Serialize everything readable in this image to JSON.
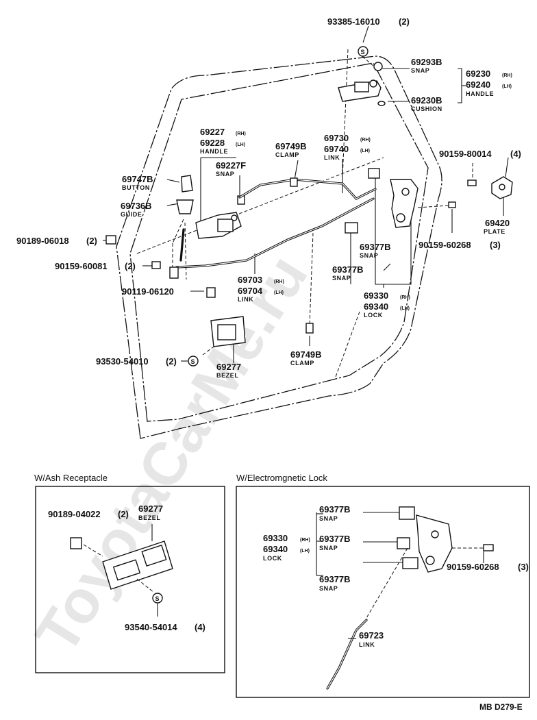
{
  "watermark": "ToyotaCarMe.ru",
  "figure_code": "MB D279-E",
  "main": {
    "p_93385": {
      "number": "93385-16010",
      "qty": "(2)"
    },
    "p_69293B": {
      "number": "69293B",
      "name": "SNAP"
    },
    "p_69230": {
      "number": "69230",
      "suffix": "(RH)"
    },
    "p_69240": {
      "number": "69240",
      "suffix": "(LH)",
      "name": "HANDLE"
    },
    "p_69230B": {
      "number": "69230B",
      "name": "CUSHION"
    },
    "p_69227": {
      "number": "69227",
      "suffix": "(RH)"
    },
    "p_69228": {
      "number": "69228",
      "suffix": "(LH)",
      "name": "HANDLE"
    },
    "p_69227F": {
      "number": "69227F",
      "name": "SNAP"
    },
    "p_69749B_top": {
      "number": "69749B",
      "name": "CLAMP"
    },
    "p_69730": {
      "number": "69730",
      "suffix": "(RH)"
    },
    "p_69740": {
      "number": "69740",
      "suffix": "(LH)",
      "name": "LINK"
    },
    "p_90159_80014": {
      "number": "90159-80014",
      "qty": "(4)"
    },
    "p_69747B": {
      "number": "69747B",
      "name": "BUTTON"
    },
    "p_69736B": {
      "number": "69736B",
      "name": "GUIDE"
    },
    "p_69420": {
      "number": "69420",
      "name": "PLATE"
    },
    "p_90159_60268": {
      "number": "90159-60268",
      "qty": "(3)"
    },
    "p_90189_06018": {
      "number": "90189-06018",
      "qty": "(2)"
    },
    "p_69377B_a": {
      "number": "69377B",
      "name": "SNAP"
    },
    "p_90159_60081": {
      "number": "90159-60081",
      "qty": "(2)"
    },
    "p_69377B_b": {
      "number": "69377B",
      "name": "SNAP"
    },
    "p_69703": {
      "number": "69703",
      "suffix": "(RH)"
    },
    "p_69704": {
      "number": "69704",
      "suffix": "(LH)",
      "name": "LINK"
    },
    "p_90119_06120": {
      "number": "90119-06120"
    },
    "p_69330": {
      "number": "69330",
      "suffix": "(RH)"
    },
    "p_69340": {
      "number": "69340",
      "suffix": "(LH)",
      "name": "LOCK"
    },
    "p_69749B_bot": {
      "number": "69749B",
      "name": "CLAMP"
    },
    "p_93530": {
      "number": "93530-54010",
      "qty": "(2)"
    },
    "p_69277": {
      "number": "69277",
      "name": "BEZEL"
    }
  },
  "ash_box": {
    "title": "W/Ash Receptacle",
    "p_90189_04022": {
      "number": "90189-04022",
      "qty": "(2)"
    },
    "p_69277": {
      "number": "69277",
      "name": "BEZEL"
    },
    "p_93540": {
      "number": "93540-54014",
      "qty": "(4)"
    }
  },
  "elec_box": {
    "title": "W/Electromgnetic Lock",
    "p_69377B_1": {
      "number": "69377B",
      "name": "SNAP"
    },
    "p_69330": {
      "number": "69330",
      "suffix": "(RH)"
    },
    "p_69340": {
      "number": "69340",
      "suffix": "(LH)",
      "name": "LOCK"
    },
    "p_69377B_2": {
      "number": "69377B",
      "name": "SNAP"
    },
    "p_69377B_3": {
      "number": "69377B",
      "name": "SNAP"
    },
    "p_90159_60268": {
      "number": "90159-60268",
      "qty": "(3)"
    },
    "p_69723": {
      "number": "69723",
      "name": "LINK"
    }
  },
  "icons": {
    "screw_symbol": "S"
  }
}
